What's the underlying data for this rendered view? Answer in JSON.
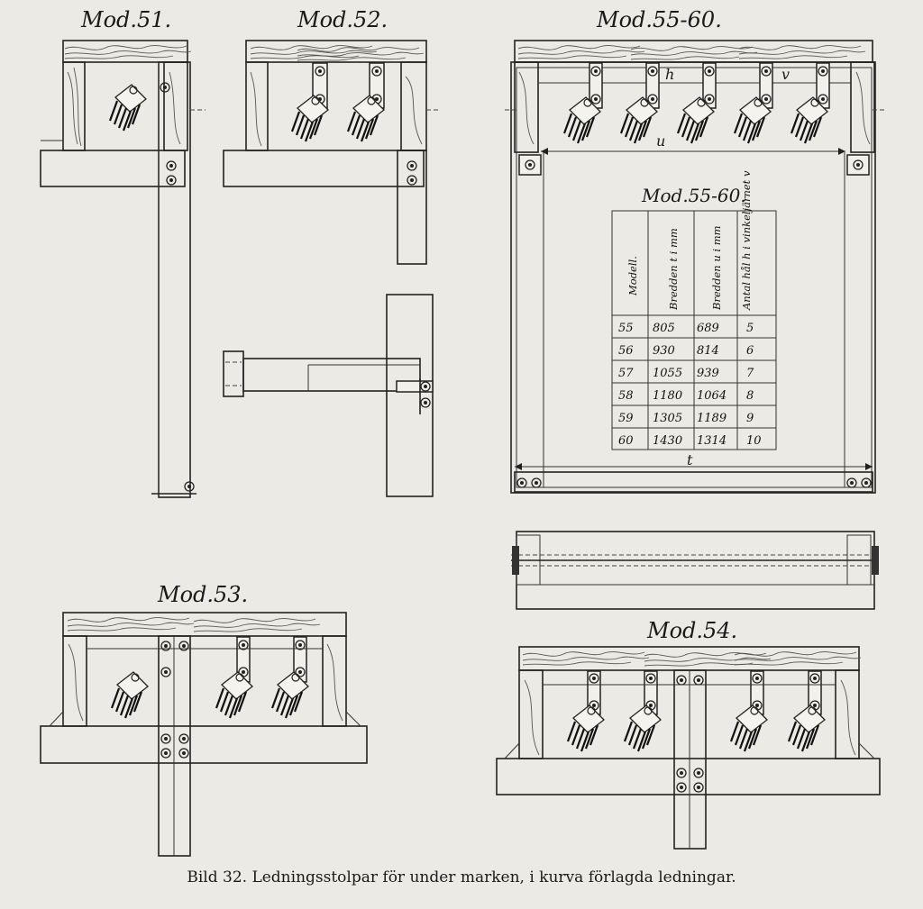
{
  "models": {
    "mod51": "Mod.51.",
    "mod52": "Mod.52.",
    "mod55_60": "Mod.55-60.",
    "mod53": "Mod.53.",
    "mod54": "Mod.54."
  },
  "dimension_letters": {
    "h": "h",
    "v": "v",
    "u": "u",
    "t": "t"
  },
  "table": {
    "title": "Mod.55-60.",
    "headers": [
      "Modell.",
      "Bredden t i mm",
      "Bredden u i mm",
      "Antal hål h i vinkeljärnet v"
    ],
    "rows": [
      [
        "55",
        "805",
        "689",
        "5"
      ],
      [
        "56",
        "930",
        "814",
        "6"
      ],
      [
        "57",
        "1055",
        "939",
        "7"
      ],
      [
        "58",
        "1180",
        "1064",
        "8"
      ],
      [
        "59",
        "1305",
        "1189",
        "9"
      ],
      [
        "60",
        "1430",
        "1314",
        "10"
      ]
    ]
  },
  "caption": "Bild 32.  Ledningsstolpar för under marken, i kurva förlagda ledningar."
}
